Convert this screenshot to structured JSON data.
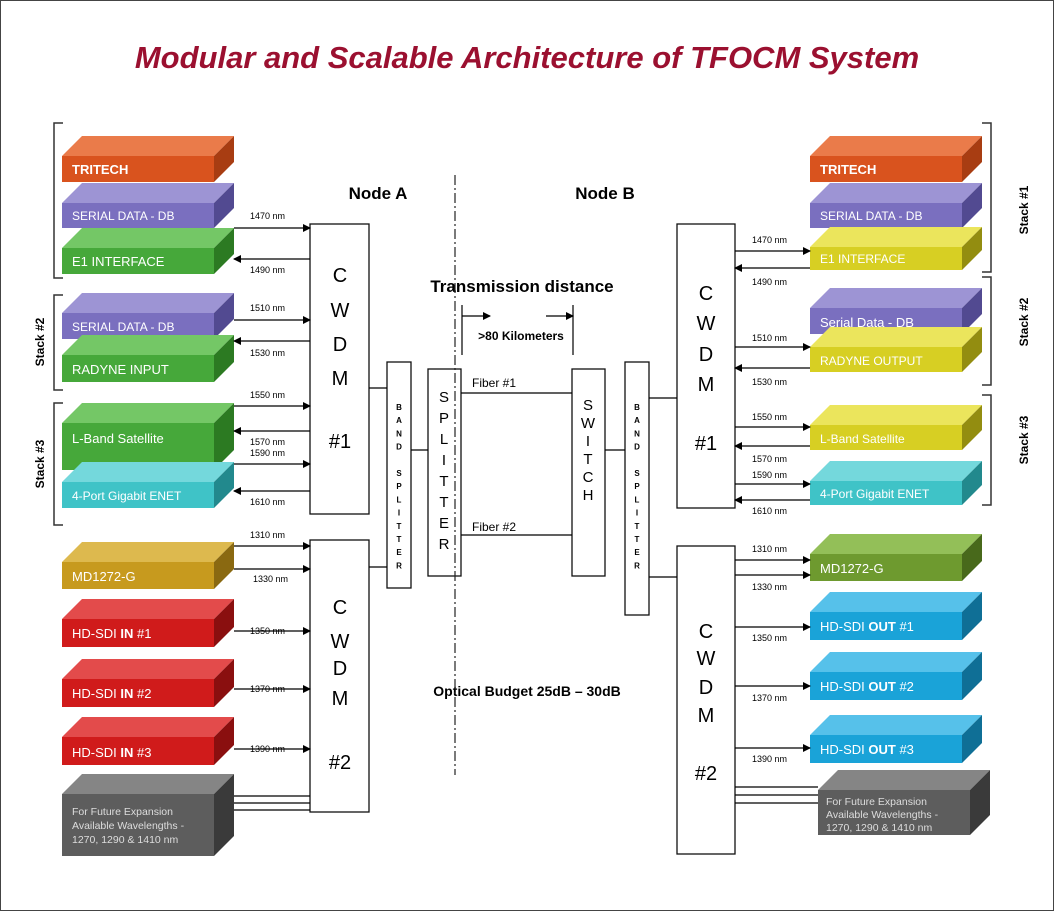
{
  "title": "Modular and Scalable Architecture of TFOCM System",
  "node_a": "Node A",
  "node_b": "Node B",
  "transmission_distance": "Transmission distance",
  "distance_value": ">80 Kilometers",
  "optical_budget": "Optical Budget 25dB – 30dB",
  "fiber1": "Fiber #1",
  "fiber2": "Fiber #2",
  "stacks": {
    "s1": "Stack #1",
    "s2": "Stack #2",
    "s3": "Stack #3"
  },
  "cwdm": {
    "letters": [
      "C",
      "W",
      "D",
      "M"
    ],
    "n1": "#1",
    "n2": "#2"
  },
  "band_splitter": [
    "B",
    "A",
    "N",
    "D",
    "",
    "S",
    "P",
    "L",
    "I",
    "T",
    "T",
    "E",
    "R"
  ],
  "splitter": [
    "S",
    "P",
    "L",
    "I",
    "T",
    "T",
    "E",
    "R"
  ],
  "switch": [
    "S",
    "W",
    "I",
    "T",
    "C",
    "H"
  ],
  "colors": {
    "title": "#9b1030",
    "tritech": "#d9531e",
    "serial": "#7a6fbf",
    "green": "#46a83a",
    "teal": "#3fc3c7",
    "gold": "#c79a1e",
    "red": "#d01b1b",
    "gray": "#5d5d5d",
    "yellow": "#d7cf23",
    "olive": "#6e9a2f",
    "blue": "#1aa3d8"
  },
  "left_boxes": {
    "tritech": "TRITECH",
    "serial_db_1": "SERIAL DATA - DB",
    "e1": "E1 INTERFACE",
    "serial_db_2": "SERIAL DATA - DB",
    "radyne": "RADYNE INPUT",
    "lband": "L-Band Satellite",
    "enet": "4-Port Gigabit ENET",
    "md": "MD1272-G",
    "hdsdi_prefix": "HD-SDI ",
    "in": "IN",
    "n1": " #1",
    "n2": " #2",
    "n3": " #3",
    "future": [
      "For Future Expansion",
      "Available Wavelengths -",
      "1270, 1290 & 1410 nm"
    ]
  },
  "right_boxes": {
    "tritech": "TRITECH",
    "serial_db_1": "SERIAL DATA - DB",
    "e1": "E1 INTERFACE",
    "serial_db_2": "Serial Data - DB",
    "radyne": "RADYNE OUTPUT",
    "lband": "L-Band Satellite",
    "enet": "4-Port Gigabit ENET",
    "md": "MD1272-G",
    "hdsdi_prefix": "HD-SDI ",
    "out": "OUT",
    "n1": " #1",
    "n2": " #2",
    "n3": " #3",
    "future": [
      "For Future Expansion",
      "Available Wavelengths -",
      "1270, 1290 & 1410 nm"
    ]
  },
  "left_wl": {
    "w1470": "1470 nm",
    "w1490": "1490 nm",
    "w1510": "1510 nm",
    "w1530": "1530 nm",
    "w1550": "1550 nm",
    "w1570": "1570 nm",
    "w1590": "1590 nm",
    "w1610": "1610 nm",
    "w1310": "1310 nm",
    "w1330": "1330 nm",
    "w1350": "1350 nm",
    "w1370": "1370 nm",
    "w1390": "1390 nm"
  },
  "right_wl": {
    "w1470": "1470 nm",
    "w1490": "1490 nm",
    "w1510": "1510 nm",
    "w1530": "1530 nm",
    "w1550": "1550 nm",
    "w1570": "1570 nm",
    "w1590": "1590 nm",
    "w1610": "1610 nm",
    "w1310": "1310 nm",
    "w1330": "1330 nm",
    "w1350": "1350 nm",
    "w1370": "1370 nm",
    "w1390": "1390 nm"
  }
}
